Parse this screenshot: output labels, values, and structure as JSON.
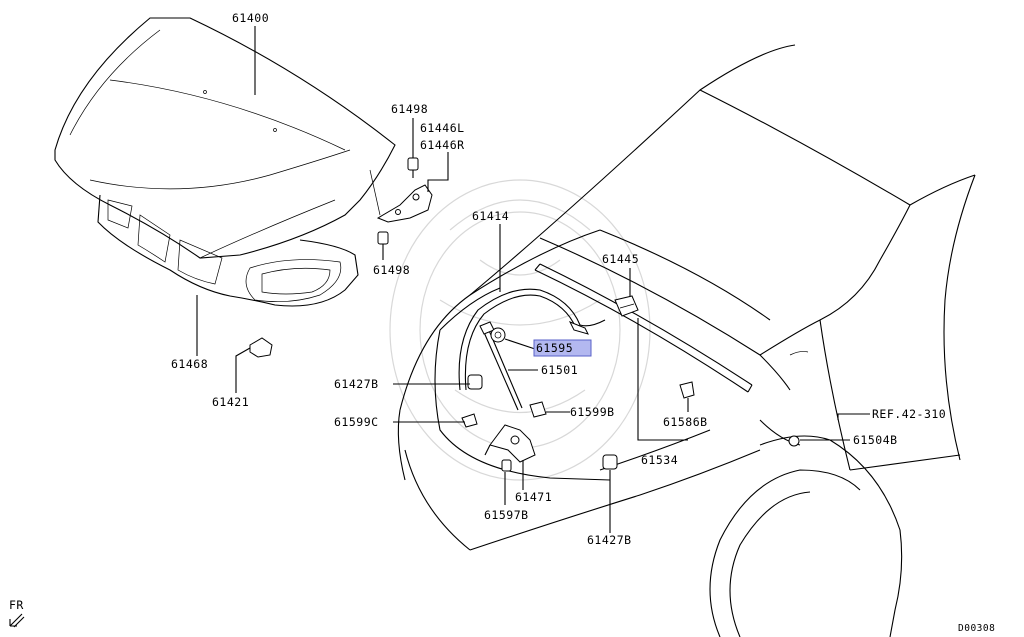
{
  "callouts": {
    "p61400": "61400",
    "p61498_top": "61498",
    "p61446L": "61446L",
    "p61446R": "61446R",
    "p61498_bot": "61498",
    "p61468": "61468",
    "p61421": "61421",
    "p61414": "61414",
    "p61445": "61445",
    "p61595": "61595",
    "p61501": "61501",
    "p61427B_left": "61427B",
    "p61599C": "61599C",
    "p61599B": "61599B",
    "p61586B": "61586B",
    "p61534": "61534",
    "p61471": "61471",
    "p61597B": "61597B",
    "p61427B_bot": "61427B",
    "ref": "REF.42-310",
    "p61504B": "61504B"
  },
  "highlighted_part": "61595",
  "highlight_color": "#b3b8f0",
  "orientation_label": "FR",
  "diagram_code": "D00308"
}
